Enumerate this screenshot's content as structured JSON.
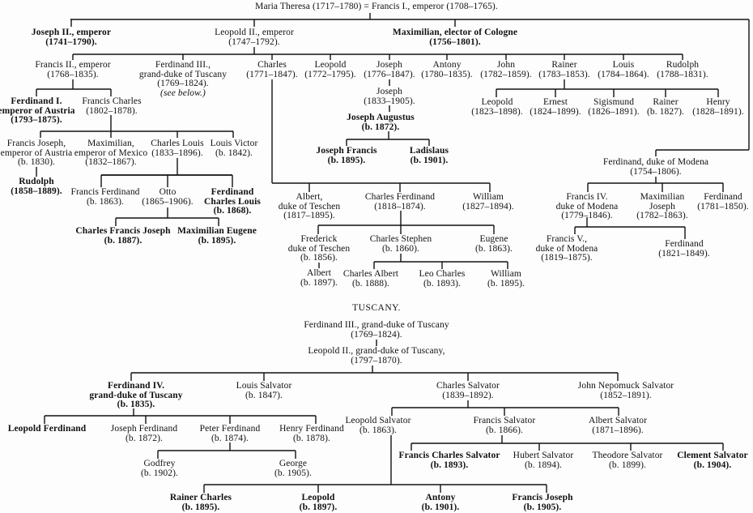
{
  "title": "Habsburg-Lorraine genealogy",
  "nodes": {
    "root": [
      "Maria Theresa (1717–1780) = Francis I., emperor (1708–1765)."
    ],
    "joseph2": [
      "Joseph II., emperor",
      "(1741–1790)."
    ],
    "leopold2": [
      "Leopold II., emperor",
      "(1747–1792)."
    ],
    "maxcologne": [
      "Maximilian, elector of Cologne",
      "(1756–1801)."
    ],
    "francis2": [
      "Francis II., emperor",
      "(1768–1835)."
    ],
    "ferd3": [
      "Ferdinand III.,",
      "grand-duke of Tuscany",
      "(1769–1824).",
      "(see below.)"
    ],
    "charles": [
      "Charles",
      "(1771–1847)."
    ],
    "leopold": [
      "Leopold",
      "(1772–1795)."
    ],
    "joseph": [
      "Joseph",
      "(1776–1847)."
    ],
    "antony": [
      "Antony",
      "(1780–1835)."
    ],
    "john": [
      "John",
      "(1782–1859)."
    ],
    "rainer": [
      "Rainer",
      "(1783–1853)."
    ],
    "louis": [
      "Louis",
      "(1784–1864)."
    ],
    "rudolph": [
      "Rudolph",
      "(1788–1831)."
    ],
    "ferd1": [
      "Ferdinand I.",
      "emperor of Austria",
      "(1793–1875)."
    ],
    "francischarles": [
      "Francis Charles",
      "(1802–1878)."
    ],
    "francisjoseph": [
      "Francis Joseph,",
      "emperor of Austria",
      "(b. 1830)."
    ],
    "maxmexico": [
      "Maximilian,",
      "emperor of Mexico",
      "(1832–1867)."
    ],
    "charleslouis": [
      "Charles Louis",
      "(1833–1896)."
    ],
    "louisvictor": [
      "Louis Victor",
      "(b. 1842)."
    ],
    "rudolph2": [
      "Rudolph",
      "(1858–1889)."
    ],
    "francisferdinand": [
      "Francis Ferdinand",
      "(b. 1863)."
    ],
    "otto": [
      "Otto",
      "(1865–1906)."
    ],
    "ferdcharleslouis": [
      "Ferdinand",
      "Charles Louis",
      "(b. 1868)."
    ],
    "charlesfrancisjoseph": [
      "Charles Francis Joseph",
      "(b. 1887)."
    ],
    "maxeugene": [
      "Maximilian Eugene",
      "(b. 1895)."
    ],
    "joseph1833": [
      "Joseph",
      "(1833–1905)."
    ],
    "josephaugustus": [
      "Joseph Augustus",
      "(b. 1872)."
    ],
    "josephfrancis": [
      "Joseph Francis",
      "(b. 1895)."
    ],
    "ladislaus": [
      "Ladislaus",
      "(b. 1901)."
    ],
    "r_leopold": [
      "Leopold",
      "(1823–1898)."
    ],
    "r_ernest": [
      "Ernest",
      "(1824–1899)."
    ],
    "r_sigismund": [
      "Sigismund",
      "(1826–1891)."
    ],
    "r_rainer": [
      "Rainer",
      "(b. 1827)."
    ],
    "r_henry": [
      "Henry",
      "(1828–1891)."
    ],
    "albertteschen": [
      "Albert,",
      "duke of Teschen",
      "(1817–1895)."
    ],
    "charlesferdinand": [
      "Charles Ferdinand",
      "(1818–1874)."
    ],
    "william1": [
      "William",
      "(1827–1894)."
    ],
    "frederick": [
      "Frederick",
      "duke of Teschen",
      "(b. 1856)."
    ],
    "charlesstephen": [
      "Charles Stephen",
      "(b. 1860)."
    ],
    "eugene": [
      "Eugene",
      "(b. 1863)."
    ],
    "albert1897": [
      "Albert",
      "(b. 1897)."
    ],
    "charlesalbert": [
      "Charles Albert",
      "(b. 1888)."
    ],
    "leocharles": [
      "Leo Charles",
      "(b. 1893)."
    ],
    "william2": [
      "William",
      "(b. 1895)."
    ],
    "ferdmodena": [
      "Ferdinand, duke of Modena",
      "(1754–1806)."
    ],
    "francis4": [
      "Francis IV.",
      "duke of Modena",
      "(1779–1846)."
    ],
    "maxjoseph": [
      "Maximilian",
      "Joseph",
      "(1782–1863)."
    ],
    "ferd1781": [
      "Ferdinand",
      "(1781–1850)."
    ],
    "francis5": [
      "Francis V.,",
      "duke of Modena",
      "(1819–1875)."
    ],
    "ferd1821": [
      "Ferdinand",
      "(1821–1849)."
    ],
    "tuscany": [
      "TUSCANY."
    ],
    "t_ferd3": [
      "Ferdinand III., grand-duke of Tuscany",
      "(1769–1824)."
    ],
    "t_leopold2": [
      "Leopold II., grand-duke of Tuscany,",
      "(1797–1870)."
    ],
    "ferd4": [
      "Ferdinand IV.",
      "grand-duke of Tuscany",
      "(b. 1835)."
    ],
    "louissalvator": [
      "Louis Salvator",
      "(b. 1847)."
    ],
    "charlessalvator": [
      "Charles Salvator",
      "(1839–1892)."
    ],
    "johnnepomuck": [
      "John Nepomuck Salvator",
      "(1852–1891)."
    ],
    "leopoldferdinand": [
      "Leopold Ferdinand"
    ],
    "josephferdinand": [
      "Joseph Ferdinand",
      "(b. 1872)."
    ],
    "peterferdinand": [
      "Peter Ferdinand",
      "(b. 1874)."
    ],
    "henryferdinand": [
      "Henry Ferdinand",
      "(b. 1878)."
    ],
    "godfrey": [
      "Godfrey",
      "(b. 1902)."
    ],
    "george": [
      "George",
      "(b. 1905)."
    ],
    "leopoldsalvator": [
      "Leopold Salvator",
      "(b. 1863)."
    ],
    "francissalvator": [
      "Francis Salvator",
      "(b. 1866)."
    ],
    "albertsalvator": [
      "Albert Salvator",
      "(1871–1896)."
    ],
    "francischarlessalvator": [
      "Francis Charles Salvator",
      "(b. 1893)."
    ],
    "hubertsalvator": [
      "Hubert Salvator",
      "(b. 1894)."
    ],
    "theodoresalvator": [
      "Theodore Salvator",
      "(b. 1899)."
    ],
    "clementsalvator": [
      "Clement Salvator",
      "(b. 1904)."
    ],
    "rainercharles": [
      "Rainer Charles",
      "(b. 1895)."
    ],
    "leopold1897": [
      "Leopold",
      "(b. 1897)."
    ],
    "antony1901": [
      "Antony",
      "(b. 1901)."
    ],
    "francisjoseph1905": [
      "Francis Joseph",
      "(b. 1905)."
    ]
  }
}
